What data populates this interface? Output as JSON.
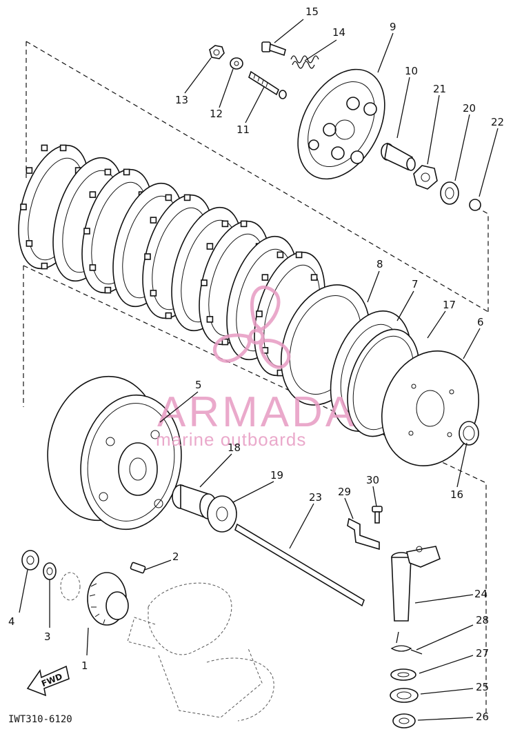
{
  "diagram": {
    "drawing_code": "IWT310-6120",
    "direction_label": "FWD",
    "watermark": {
      "brand": "ARMADA",
      "tagline": "marine outboards",
      "color": "#e79bc2"
    },
    "callouts": [
      "1",
      "2",
      "3",
      "4",
      "5",
      "6",
      "7",
      "8",
      "9",
      "10",
      "11",
      "12",
      "13",
      "14",
      "15",
      "16",
      "17",
      "18",
      "19",
      "20",
      "21",
      "22",
      "23",
      "24",
      "25",
      "26",
      "27",
      "28",
      "29",
      "30"
    ]
  }
}
